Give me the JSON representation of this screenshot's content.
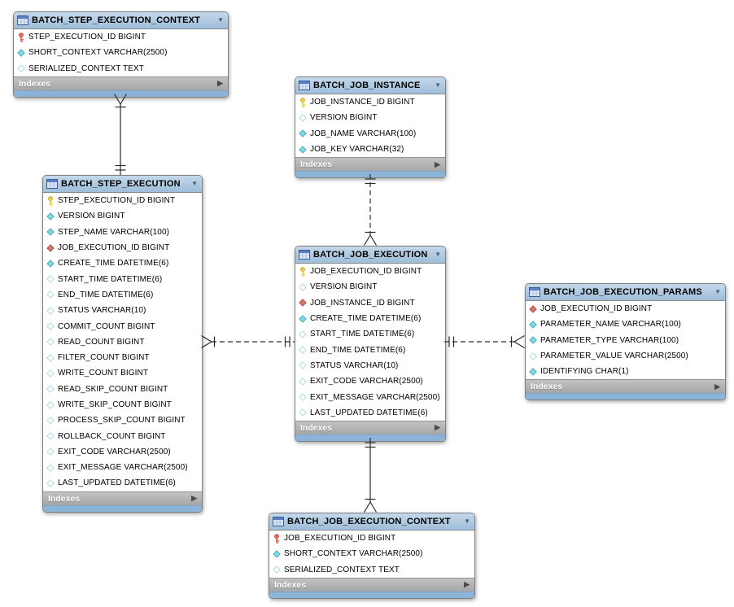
{
  "diagram": {
    "footer_label": "Indexes",
    "icons": {
      "dropdown_glyph": "▼",
      "expand_glyph": "▶"
    },
    "colors": {
      "header_blue": "#aec9e2",
      "bottom_strip_blue": "#8cb4d8",
      "indexes_gray": "#b2b2b2",
      "primary_key_yellow": "#f3d44a",
      "primary_foreign_key_red": "#ee6e5e",
      "foreign_key_diamond_red": "#d4796d",
      "not_null_diamond_cyan": "#82d9e3",
      "nullable_diamond_border": "#aadce4"
    },
    "tables": [
      {
        "title": "BATCH_STEP_EXECUTION_CONTEXT",
        "columns": [
          {
            "icon": "key-red-icon",
            "text": "STEP_EXECUTION_ID BIGINT"
          },
          {
            "icon": "diamond-filled-icon",
            "text": "SHORT_CONTEXT VARCHAR(2500)"
          },
          {
            "icon": "diamond-outline-icon",
            "text": "SERIALIZED_CONTEXT TEXT"
          }
        ]
      },
      {
        "title": "BATCH_JOB_INSTANCE",
        "columns": [
          {
            "icon": "key-yellow-icon",
            "text": "JOB_INSTANCE_ID BIGINT"
          },
          {
            "icon": "diamond-outline-icon",
            "text": "VERSION BIGINT"
          },
          {
            "icon": "diamond-filled-icon",
            "text": "JOB_NAME VARCHAR(100)"
          },
          {
            "icon": "diamond-filled-icon",
            "text": "JOB_KEY VARCHAR(32)"
          }
        ]
      },
      {
        "title": "BATCH_STEP_EXECUTION",
        "columns": [
          {
            "icon": "key-yellow-icon",
            "text": "STEP_EXECUTION_ID BIGINT"
          },
          {
            "icon": "diamond-filled-icon",
            "text": "VERSION BIGINT"
          },
          {
            "icon": "diamond-filled-icon",
            "text": "STEP_NAME VARCHAR(100)"
          },
          {
            "icon": "diamond-red-icon",
            "text": "JOB_EXECUTION_ID BIGINT"
          },
          {
            "icon": "diamond-filled-icon",
            "text": "CREATE_TIME DATETIME(6)"
          },
          {
            "icon": "diamond-outline-icon",
            "text": "START_TIME DATETIME(6)"
          },
          {
            "icon": "diamond-outline-icon",
            "text": "END_TIME DATETIME(6)"
          },
          {
            "icon": "diamond-outline-icon",
            "text": "STATUS VARCHAR(10)"
          },
          {
            "icon": "diamond-outline-icon",
            "text": "COMMIT_COUNT BIGINT"
          },
          {
            "icon": "diamond-outline-icon",
            "text": "READ_COUNT BIGINT"
          },
          {
            "icon": "diamond-outline-icon",
            "text": "FILTER_COUNT BIGINT"
          },
          {
            "icon": "diamond-outline-icon",
            "text": "WRITE_COUNT BIGINT"
          },
          {
            "icon": "diamond-outline-icon",
            "text": "READ_SKIP_COUNT BIGINT"
          },
          {
            "icon": "diamond-outline-icon",
            "text": "WRITE_SKIP_COUNT BIGINT"
          },
          {
            "icon": "diamond-outline-icon",
            "text": "PROCESS_SKIP_COUNT BIGINT"
          },
          {
            "icon": "diamond-outline-icon",
            "text": "ROLLBACK_COUNT BIGINT"
          },
          {
            "icon": "diamond-outline-icon",
            "text": "EXIT_CODE VARCHAR(2500)"
          },
          {
            "icon": "diamond-outline-icon",
            "text": "EXIT_MESSAGE VARCHAR(2500)"
          },
          {
            "icon": "diamond-outline-icon",
            "text": "LAST_UPDATED DATETIME(6)"
          }
        ]
      },
      {
        "title": "BATCH_JOB_EXECUTION",
        "columns": [
          {
            "icon": "key-yellow-icon",
            "text": "JOB_EXECUTION_ID BIGINT"
          },
          {
            "icon": "diamond-outline-icon",
            "text": "VERSION BIGINT"
          },
          {
            "icon": "diamond-red-icon",
            "text": "JOB_INSTANCE_ID BIGINT"
          },
          {
            "icon": "diamond-filled-icon",
            "text": "CREATE_TIME DATETIME(6)"
          },
          {
            "icon": "diamond-outline-icon",
            "text": "START_TIME DATETIME(6)"
          },
          {
            "icon": "diamond-outline-icon",
            "text": "END_TIME DATETIME(6)"
          },
          {
            "icon": "diamond-outline-icon",
            "text": "STATUS VARCHAR(10)"
          },
          {
            "icon": "diamond-outline-icon",
            "text": "EXIT_CODE VARCHAR(2500)"
          },
          {
            "icon": "diamond-outline-icon",
            "text": "EXIT_MESSAGE VARCHAR(2500)"
          },
          {
            "icon": "diamond-outline-icon",
            "text": "LAST_UPDATED DATETIME(6)"
          }
        ]
      },
      {
        "title": "BATCH_JOB_EXECUTION_PARAMS",
        "columns": [
          {
            "icon": "diamond-red-icon",
            "text": "JOB_EXECUTION_ID BIGINT"
          },
          {
            "icon": "diamond-filled-icon",
            "text": "PARAMETER_NAME VARCHAR(100)"
          },
          {
            "icon": "diamond-filled-icon",
            "text": "PARAMETER_TYPE VARCHAR(100)"
          },
          {
            "icon": "diamond-outline-icon",
            "text": "PARAMETER_VALUE VARCHAR(2500)"
          },
          {
            "icon": "diamond-filled-icon",
            "text": "IDENTIFYING CHAR(1)"
          }
        ]
      },
      {
        "title": "BATCH_JOB_EXECUTION_CONTEXT",
        "columns": [
          {
            "icon": "key-red-icon",
            "text": "JOB_EXECUTION_ID BIGINT"
          },
          {
            "icon": "diamond-filled-icon",
            "text": "SHORT_CONTEXT VARCHAR(2500)"
          },
          {
            "icon": "diamond-outline-icon",
            "text": "SERIALIZED_CONTEXT TEXT"
          }
        ]
      }
    ],
    "relationships": [
      {
        "from": "BATCH_STEP_EXECUTION",
        "to": "BATCH_STEP_EXECUTION_CONTEXT",
        "line": "solid",
        "cardinality": "one-to-one-identifying"
      },
      {
        "from": "BATCH_JOB_INSTANCE",
        "to": "BATCH_JOB_EXECUTION",
        "line": "dashed",
        "cardinality": "one-to-many-non-identifying"
      },
      {
        "from": "BATCH_JOB_EXECUTION",
        "to": "BATCH_STEP_EXECUTION",
        "line": "dashed",
        "cardinality": "one-to-many-non-identifying"
      },
      {
        "from": "BATCH_JOB_EXECUTION",
        "to": "BATCH_JOB_EXECUTION_PARAMS",
        "line": "dashed",
        "cardinality": "one-to-many-non-identifying"
      },
      {
        "from": "BATCH_JOB_EXECUTION",
        "to": "BATCH_JOB_EXECUTION_CONTEXT",
        "line": "solid",
        "cardinality": "one-to-one-identifying"
      }
    ]
  }
}
